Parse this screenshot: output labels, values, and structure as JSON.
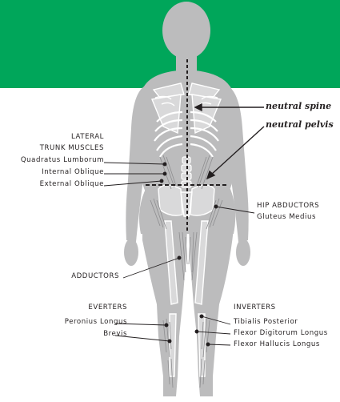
{
  "colors": {
    "banner": "#00a65a",
    "body_fill": "#bcbcbd",
    "bone_fill": "#d9d9da",
    "bone_line": "#ffffff",
    "muscle_line": "#8e8e90",
    "text": "#231f20",
    "pointer": "#231f20"
  },
  "annotations": {
    "neutral_spine": "neutral spine",
    "neutral_pelvis": "neutral pelvis"
  },
  "labels": {
    "lateral_trunk_1": "LATERAL",
    "lateral_trunk_2": "TRUNK MUSCLES",
    "quadratus_lumborum": "Quadratus Lumborum",
    "internal_oblique": "Internal Oblique",
    "external_oblique": "External Oblique",
    "hip_abductors": "HIP ABDUCTORS",
    "gluteus_medius": "Gluteus Medius",
    "adductors": "ADDUCTORS",
    "everters": "EVERTERS",
    "peronius_longus": "Peronius Longus",
    "brevis": "Brevis",
    "inverters": "INVERTERS",
    "tibialis_posterior": "Tibialis Posterior",
    "flexor_digitorum_longus": "Flexor Digitorum Longus",
    "flexor_hallucis_longus": "Flexor Hallucis Longus"
  }
}
